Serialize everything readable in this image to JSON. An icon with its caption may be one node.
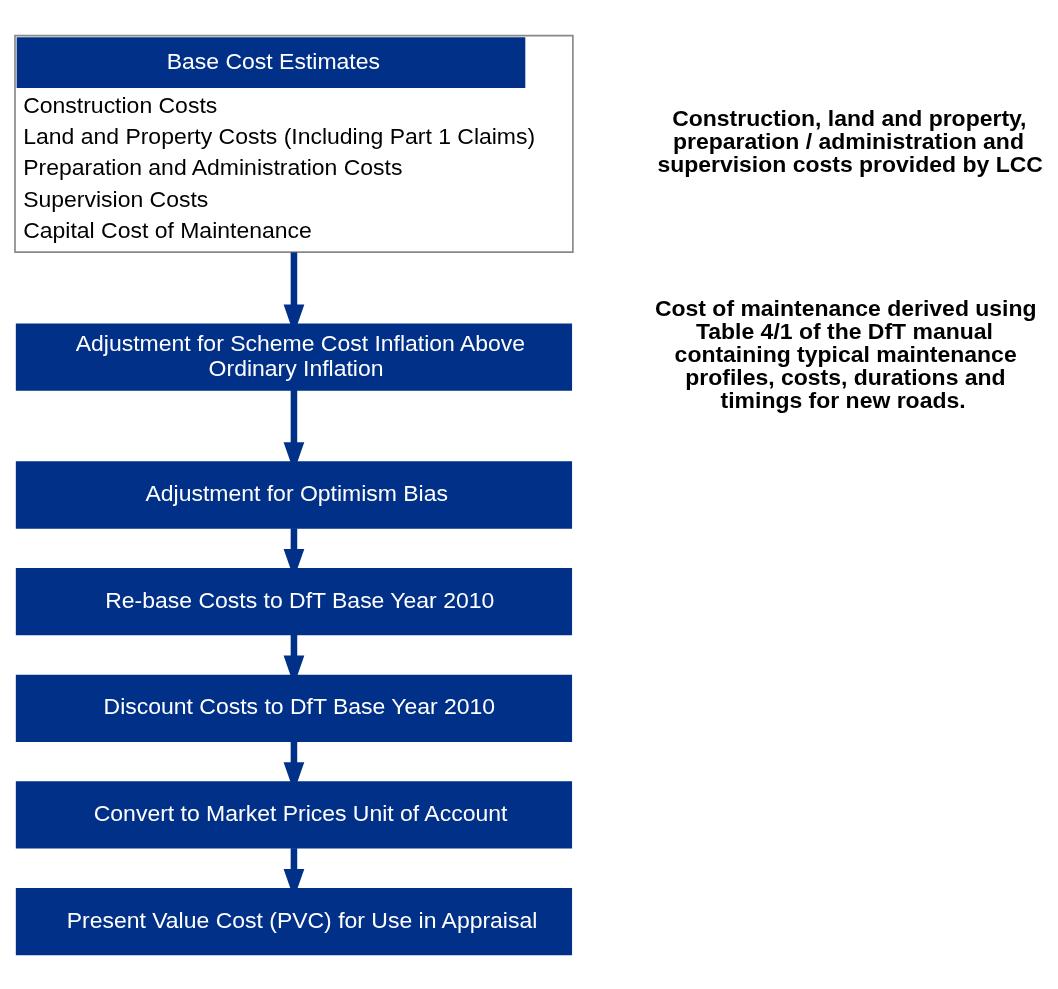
{
  "diagram": {
    "nodes": [
      {
        "text": [
          "Base Cost Estimates",
          "Construction Costs",
          "Land and Property Costs (Including Part 1 Claims)",
          "Preparation and Administration Costs",
          "Supervision Costs",
          "Capital Cost of Maintenance"
        ]
      },
      {
        "text": [
          "Adjustment for Scheme Cost Inflation Above Ordinary Inflation"
        ]
      },
      {
        "text": [
          "Adjustment for Optimism Bias"
        ]
      },
      {
        "text": [
          "Re-base Costs to DfT Base Year 2010"
        ]
      },
      {
        "text": [
          "Discount Costs to DfT Base Year 2010"
        ]
      },
      {
        "text": [
          "Convert to Market Prices Unit of Account"
        ]
      },
      {
        "text": [
          "Present Value Cost (PVC) for Use in Appraisal"
        ]
      }
    ],
    "edges": [
      {
        "from": 0,
        "to": 1,
        "arrow": "to"
      },
      {
        "from": 1,
        "to": 2,
        "arrow": "to"
      },
      {
        "from": 2,
        "to": 3,
        "arrow": "to"
      },
      {
        "from": 3,
        "to": 4,
        "arrow": "to"
      },
      {
        "from": 4,
        "to": 5,
        "arrow": "to"
      },
      {
        "from": 5,
        "to": 6,
        "arrow": "to"
      }
    ],
    "labels": [
      "Construction, land and property, preparation / administration and supervision costs provided by LCC",
      "Cost of maintenance derived using Table 4/1 of the DfT manual containing typical maintenance profiles, costs, durations and timings for new roads."
    ]
  }
}
